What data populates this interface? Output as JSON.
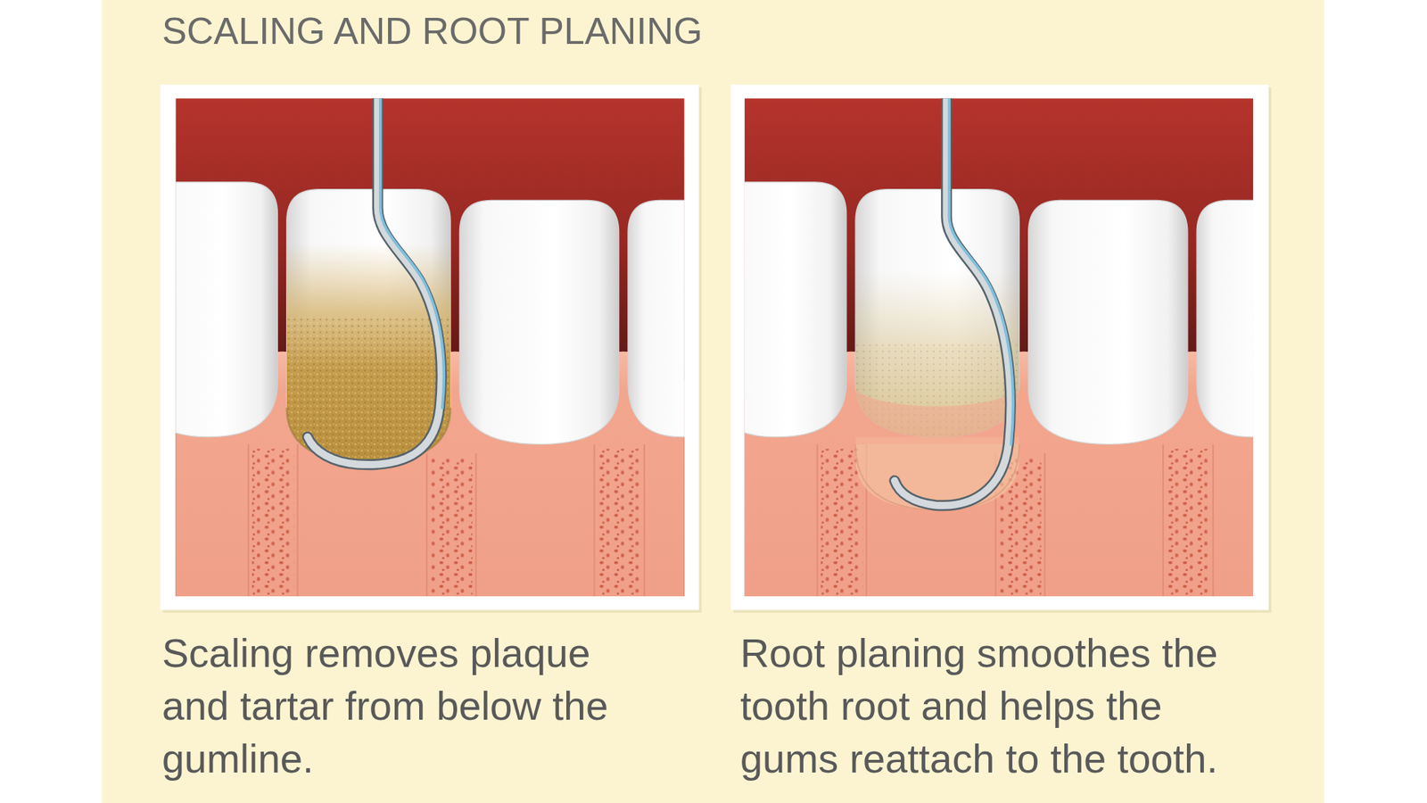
{
  "diagram": {
    "title": "SCALING AND ROOT PLANING",
    "labels": [
      "Scaling removes plaque and tartar from below the gumline.",
      "Root planing smoothes the tooth root and helps the gums reattach to the tooth."
    ]
  }
}
